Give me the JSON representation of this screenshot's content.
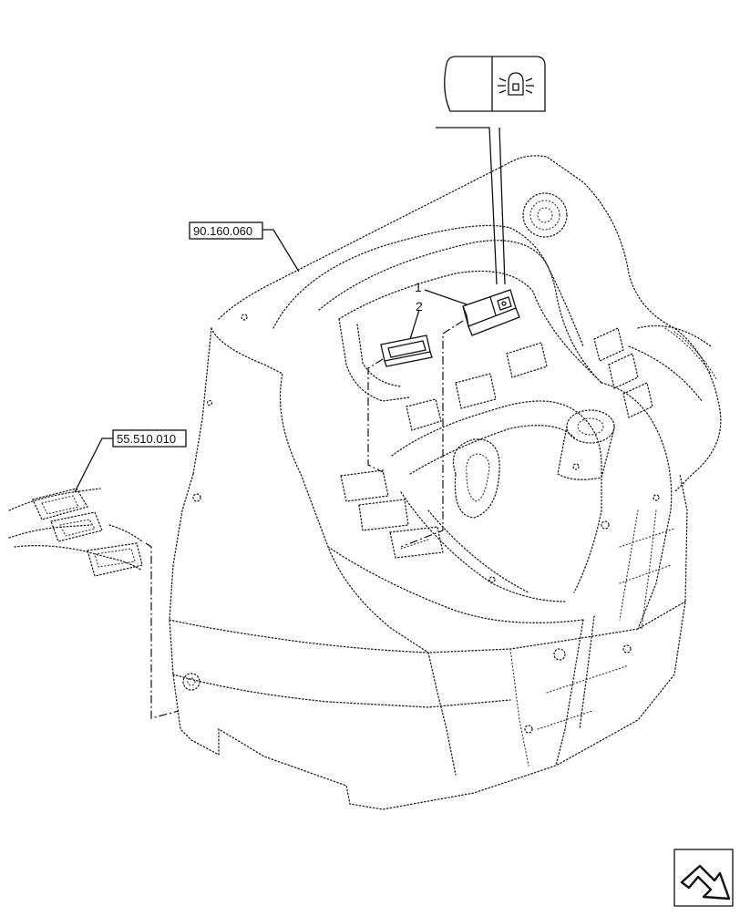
{
  "references": {
    "cab_ref": "90.160.060",
    "harness_ref": "55.510.010"
  },
  "callouts": {
    "item_1": "1",
    "item_2": "2"
  },
  "icons": {
    "switch_symbol": "work-light-symbol-icon",
    "nav": "next-page-arrow-icon"
  }
}
